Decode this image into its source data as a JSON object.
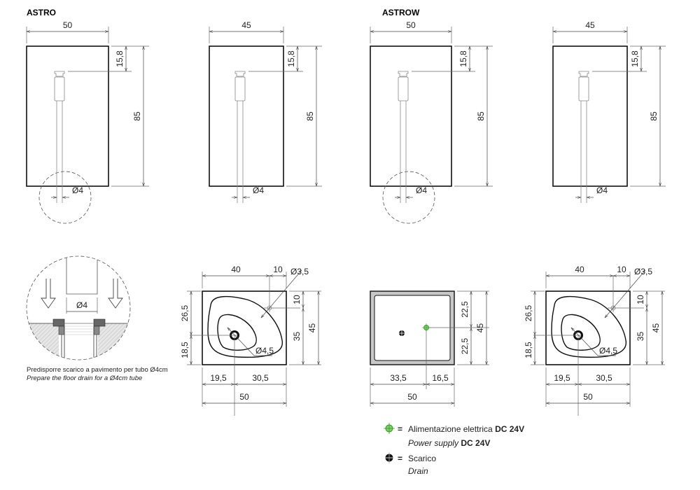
{
  "titles": {
    "astro": "ASTRO",
    "astrow": "ASTROW"
  },
  "elevations": [
    {
      "width": "50",
      "faucet_offset": "15,8",
      "height": "85",
      "tube": "Ø4"
    },
    {
      "width": "45",
      "faucet_offset": "15,8",
      "height": "85",
      "tube": "Ø4"
    },
    {
      "width": "50",
      "faucet_offset": "15,8",
      "height": "85",
      "tube": "Ø4"
    },
    {
      "width": "45",
      "faucet_offset": "15,8",
      "height": "85",
      "tube": "Ø4"
    }
  ],
  "detail": {
    "tube": "Ø4",
    "note_it": "Predisporre scarico a pavimento per tubo Ø4cm",
    "note_en": "Prepare the floor drain for a Ø4cm tube"
  },
  "plan_astro": {
    "top_a": "40",
    "top_b": "10",
    "hole": "Ø3,5",
    "left_a": "26,5",
    "left_b": "18,5",
    "right_a": "10",
    "right_b": "35",
    "depth": "45",
    "drain": "Ø4,5",
    "bottom_a": "19,5",
    "bottom_b": "30,5",
    "width": "50"
  },
  "plan_astrow": {
    "right_a": "22,5",
    "right_b": "22,5",
    "depth": "45",
    "bottom_a": "33,5",
    "bottom_b": "16,5",
    "width": "50"
  },
  "legend": {
    "power_it": "Alimentazione elettrica ",
    "power_it_bold": "DC 24V",
    "power_en": "Power supply ",
    "power_en_bold": "DC 24V",
    "drain_it": "Scarico",
    "drain_en": "Drain",
    "equals": "="
  },
  "colors": {
    "power": "#5fbf4f",
    "line": "#111111",
    "dim": "#555555",
    "hatch": "#cfcfcf"
  }
}
